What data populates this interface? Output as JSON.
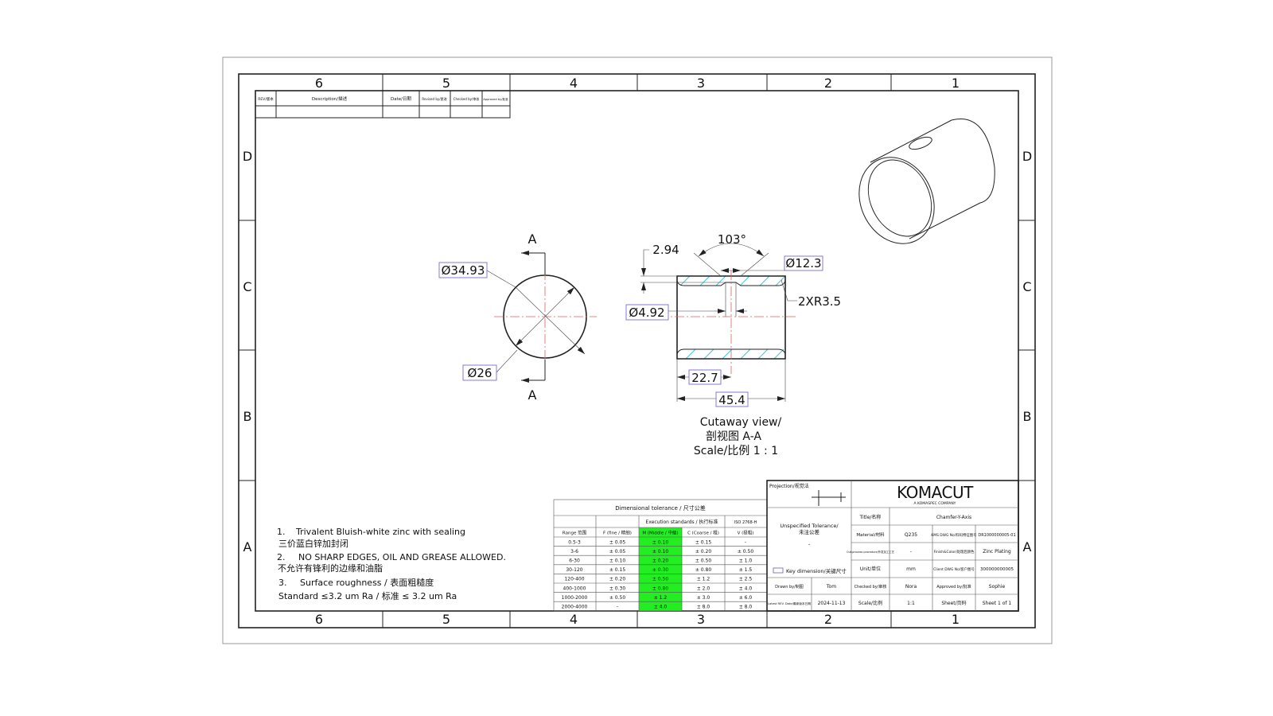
{
  "frame": {
    "columns": [
      "6",
      "5",
      "4",
      "3",
      "2",
      "1"
    ],
    "rows": [
      "D",
      "C",
      "B",
      "A"
    ]
  },
  "revision_table": {
    "headers": [
      "REV/版本",
      "Description/描述",
      "Date/日期",
      "Revised by/更改",
      "Checked by/审核",
      "Approved by/批准"
    ]
  },
  "front_view": {
    "section_label": "A",
    "dim_outer": "Ø34.93",
    "dim_inner": "Ø26"
  },
  "section_view": {
    "angle": "103°",
    "dim_depth": "2.94",
    "dim_countersink": "Ø12.3",
    "dim_radius": "2XR3.5",
    "dim_hole": "Ø4.92",
    "dim_half_length": "22.7",
    "dim_length": "45.4",
    "caption_en": "Cutaway view/",
    "caption_cn": "剖视图  A-A",
    "caption_scale": "Scale/比例  1 : 1"
  },
  "notes": [
    {
      "num": "1.",
      "en": "Trivalent Bluish-white zinc with sealing",
      "cn": "三价蓝白锌加封闭"
    },
    {
      "num": "2.",
      "en": "NO SHARP EDGES, OIL AND GREASE ALLOWED.",
      "cn": "不允许有锋利的边缘和油脂"
    },
    {
      "num": "3.",
      "en": "Surface roughness / 表面粗糙度",
      "cn": "Standard ≤3.2 um Ra / 标准 ≤ 3.2 um Ra"
    }
  ],
  "tolerance_table": {
    "title": "Dimensional tolerance / 尺寸公差",
    "exec_label": "Execution standards / 执行标准",
    "iso_label": "ISO 2768-H",
    "headers": [
      "Range 范围",
      "F (fine / 精细)",
      "M (Middle / 中级)",
      "C (Coarse / 粗)",
      "V (极粗)"
    ],
    "highlight_color": "#22ee22",
    "rows": [
      [
        "0.5-3",
        "± 0.05",
        "± 0.10",
        "± 0.15",
        "-"
      ],
      [
        "3-6",
        "± 0.05",
        "± 0.10",
        "± 0.20",
        "± 0.50"
      ],
      [
        "6-30",
        "± 0.10",
        "± 0.20",
        "± 0.50",
        "± 1.0"
      ],
      [
        "30-120",
        "± 0.15",
        "± 0.30",
        "± 0.80",
        "± 1.5"
      ],
      [
        "120-400",
        "± 0.20",
        "± 0.50",
        "± 1.2",
        "± 2.5"
      ],
      [
        "400-1000",
        "± 0.30",
        "± 0.80",
        "± 2.0",
        "± 4.0"
      ],
      [
        "1000-2000",
        "± 0.50",
        "± 1.2",
        "± 3.0",
        "± 6.0"
      ],
      [
        "2000-4000",
        "-",
        "± 4.0",
        "± 8.0",
        "± 8.0"
      ]
    ]
  },
  "title_block": {
    "projection_label": "Projection/视觉法",
    "logo": "KOMACUT",
    "logo_sub": "A KOMASPEC COMPANY",
    "unspecified_label": "Unspecified Tolerance/",
    "unspecified_cn": "未注公差",
    "unspecified_value": "-",
    "key_dim_label": "Key dimension/关键尺寸",
    "title_label": "Title/名称",
    "title_value": "Chamfer-Y-Axis",
    "material_label": "Material/材料",
    "material_value": "Q235",
    "kms_label": "KMS DWG No/料码特征图号",
    "kms_value": "DR1000000005-01",
    "outprocess_label": "Out-process procedure/外发加工工艺",
    "outprocess_value": "-",
    "finish_label": "Finish&Color/处理后颜色",
    "finish_value": "Zinc Plating",
    "unit_label": "Unit/单位",
    "unit_value": "mm",
    "client_label": "Client DWG No/客户图号",
    "client_value": "300000000005",
    "drawn_label": "Drawn by/制图",
    "drawn_value": "Tom",
    "checked_label": "Checked by/审核",
    "checked_value": "Nora",
    "approved_label": "Approved by/批准",
    "approved_value": "Sophie",
    "rev_date_label": "Latest REV. Date/最新版本日期",
    "rev_date_value": "2024-11-13",
    "scale_label": "Scale/比例",
    "scale_value": "1:1",
    "sheet_label": "Sheet/页码",
    "sheet_value": "Sheet 1 of 1"
  }
}
